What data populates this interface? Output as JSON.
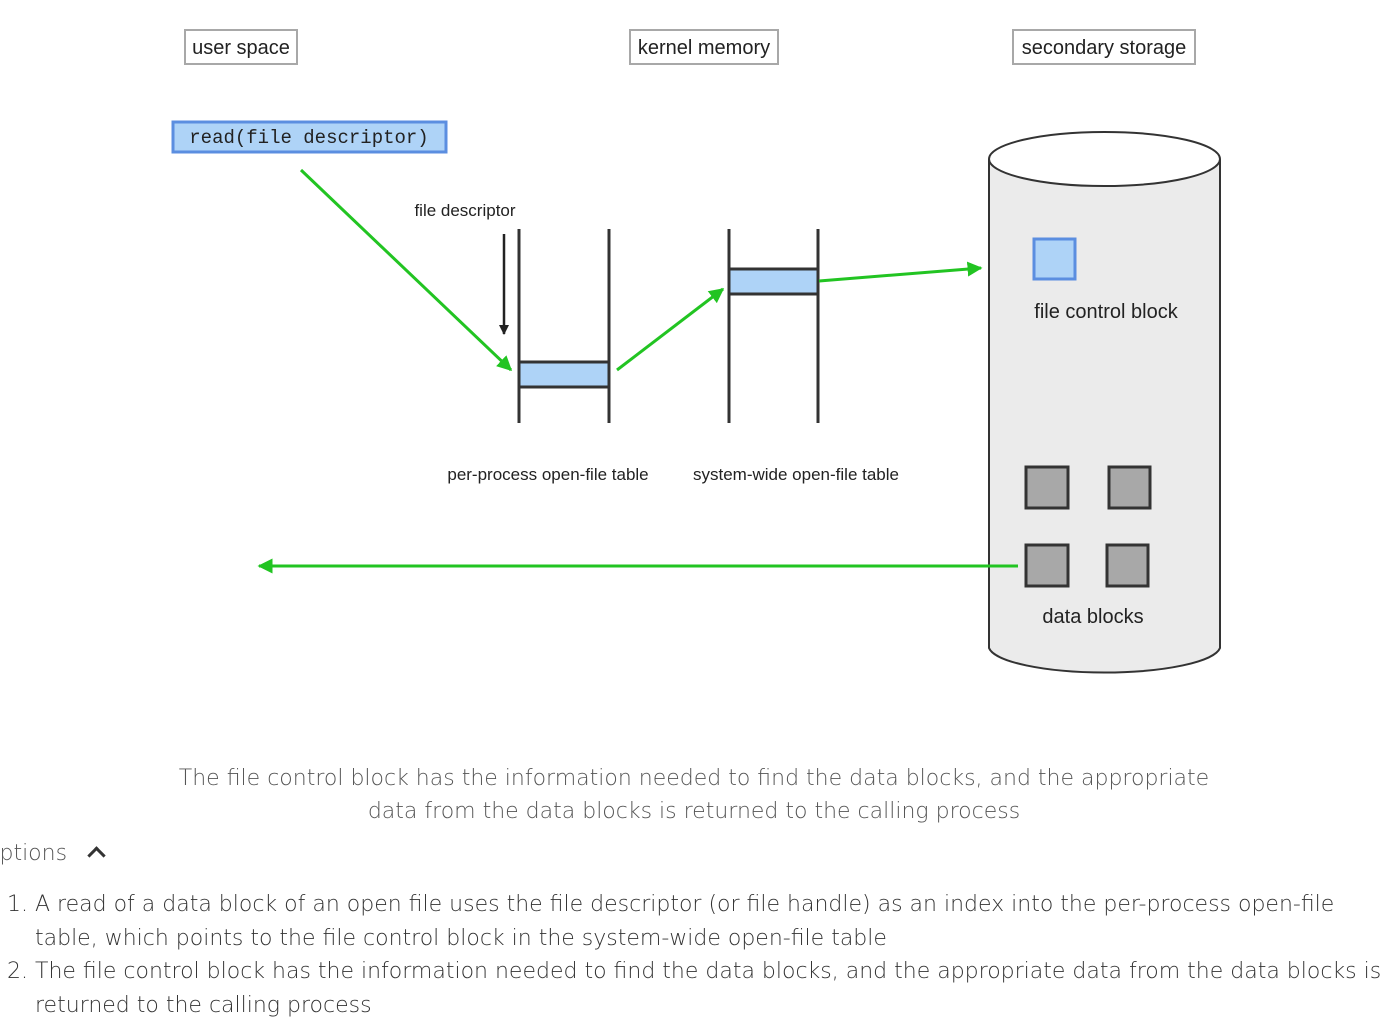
{
  "regions": {
    "user_space": "user space",
    "kernel_memory": "kernel memory",
    "secondary_storage": "secondary storage"
  },
  "call": {
    "code": "read(file descriptor)"
  },
  "labels": {
    "file_descriptor": "file descriptor",
    "per_process_table": "per-process open-file table",
    "system_wide_table": "system-wide open-file table",
    "file_control_block": "file control block",
    "data_blocks": "data blocks"
  },
  "caption": "The file control block has the information needed to find the data blocks, and the appropriate data from the data blocks is returned to the calling process",
  "captions_section": {
    "label": "aptions",
    "items": [
      "A read of a data block of an open file uses the file descriptor (or file handle) as an index into the per-process open-file table, which points to the file control block in the system-wide open-file table",
      "The file control block has the information needed to find the data blocks, and the appropriate data from the data blocks is returned to the calling process"
    ]
  },
  "colors": {
    "arrow_green": "#22c422",
    "highlight_fill": "#aed3f7",
    "highlight_stroke": "#5b8ee0",
    "block_fill": "#a8a8a8",
    "cylinder_fill": "#ebebeb"
  }
}
